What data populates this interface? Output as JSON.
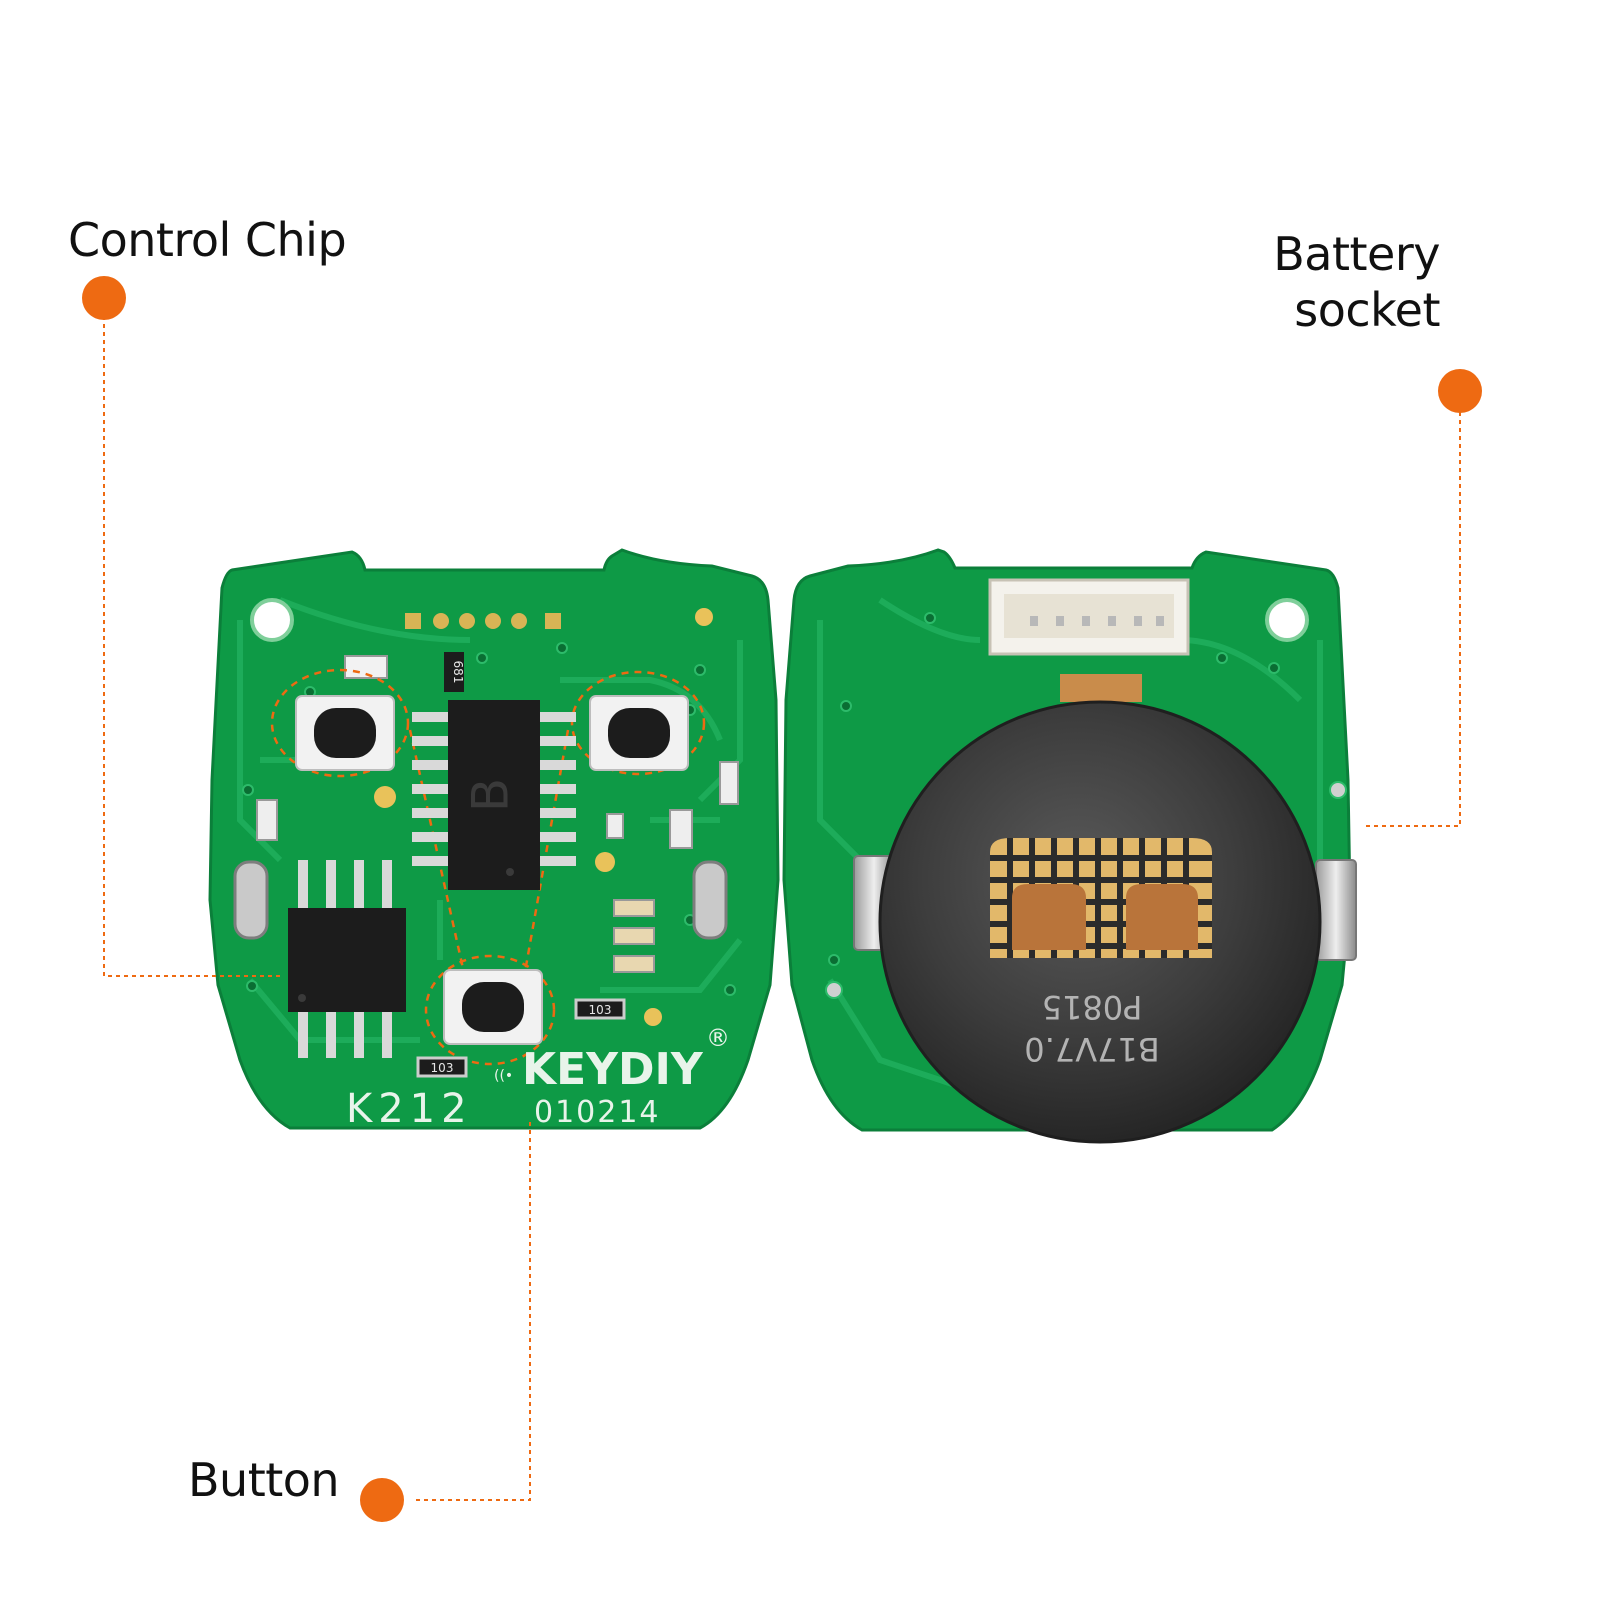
{
  "callouts": {
    "control_chip": "Control Chip",
    "battery_socket_line1": "Battery",
    "battery_socket_line2": "socket",
    "button": "Button"
  },
  "left_board": {
    "brand": "KEYDIY",
    "registered_mark": "®",
    "model": "K212",
    "code": "010214",
    "chip_mark": "B",
    "resistor_1": "681",
    "resistor_2": "103",
    "resistor_3": "103"
  },
  "right_board": {
    "battery_mark_line1": "B17V7.0",
    "battery_mark_line2": "P0815"
  },
  "colors": {
    "pcb_green": "#0e9a46",
    "pcb_trace": "#1ba957",
    "callout_orange": "#ee6a12",
    "pad_gold": "#e9c25a",
    "chip_black": "#1c1c1c"
  }
}
